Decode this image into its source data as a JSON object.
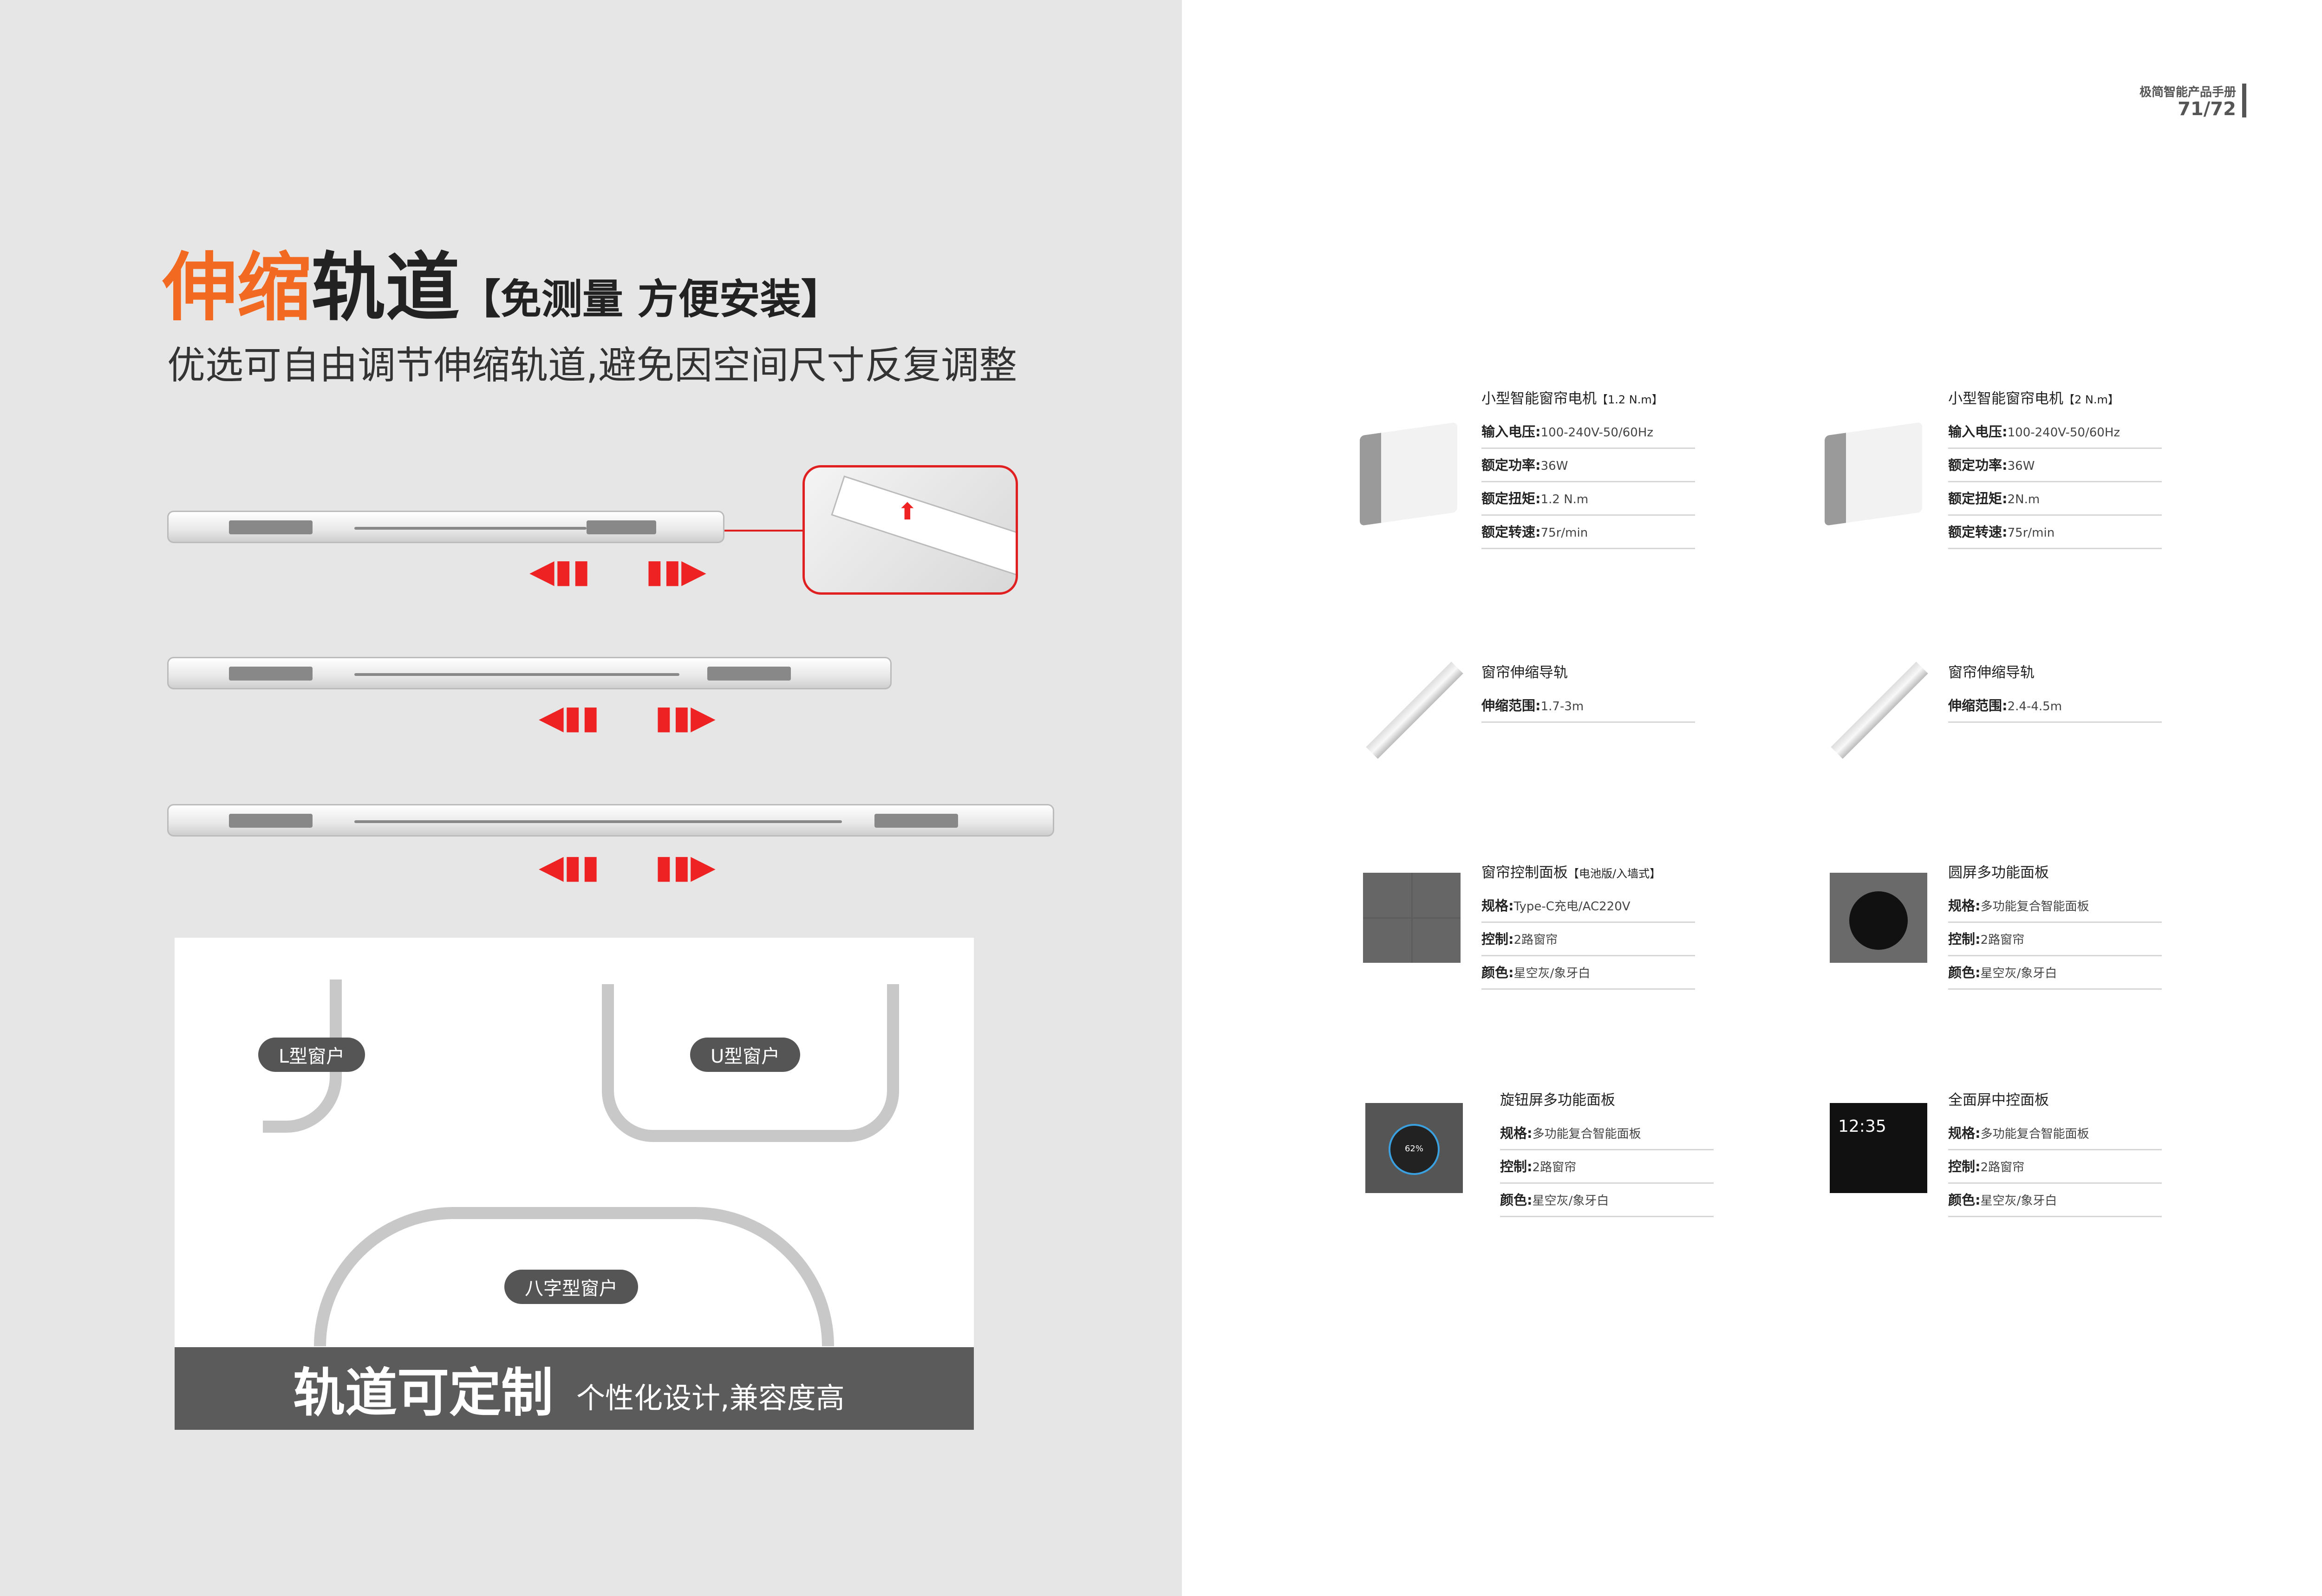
{
  "header": {
    "manual": "极简智能产品手册",
    "page": "71/72"
  },
  "left": {
    "title_orange": "伸缩",
    "title_dark": "轨道",
    "title_bracket": "【免测量 方便安装】",
    "subtitle": "优选可自由调节伸缩轨道,避免因空间尺寸反复调整",
    "shapes": {
      "l": "L型窗户",
      "u": "U型窗户",
      "ba": "八字型窗户"
    },
    "band_big": "轨道可定制",
    "band_small": "个性化设计,兼容度高",
    "accent": "#f26a21",
    "arrow_color": "#e02020"
  },
  "products": [
    {
      "title": "小型智能窗帘电机",
      "tag": "【1.2 N.m】",
      "specs": [
        {
          "k": "输入电压:",
          "v": "100-240V-50/60Hz"
        },
        {
          "k": "额定功率:",
          "v": "36W"
        },
        {
          "k": "额定扭矩:",
          "v": "1.2 N.m"
        },
        {
          "k": "额定转速:",
          "v": "75r/min"
        }
      ]
    },
    {
      "title": "小型智能窗帘电机",
      "tag": "【2 N.m】",
      "specs": [
        {
          "k": "输入电压:",
          "v": "100-240V-50/60Hz"
        },
        {
          "k": "额定功率:",
          "v": "36W"
        },
        {
          "k": "额定扭矩:",
          "v": "2N.m"
        },
        {
          "k": "额定转速:",
          "v": "75r/min"
        }
      ]
    },
    {
      "title": "窗帘伸缩导轨",
      "tag": "",
      "specs": [
        {
          "k": "伸缩范围:",
          "v": "1.7-3m"
        }
      ]
    },
    {
      "title": "窗帘伸缩导轨",
      "tag": "",
      "specs": [
        {
          "k": "伸缩范围:",
          "v": "2.4-4.5m"
        }
      ]
    },
    {
      "title": "窗帘控制面板",
      "tag": "【电池版/入墙式】",
      "specs": [
        {
          "k": "规格:",
          "v": "Type-C充电/AC220V"
        },
        {
          "k": "控制:",
          "v": "2路窗帘"
        },
        {
          "k": "颜色:",
          "v": "星空灰/象牙白"
        }
      ]
    },
    {
      "title": "圆屏多功能面板",
      "tag": "",
      "specs": [
        {
          "k": "规格:",
          "v": "多功能复合智能面板"
        },
        {
          "k": "控制:",
          "v": "2路窗帘"
        },
        {
          "k": "颜色:",
          "v": "星空灰/象牙白"
        }
      ]
    },
    {
      "title": "旋钮屏多功能面板",
      "tag": "",
      "specs": [
        {
          "k": "规格:",
          "v": "多功能复合智能面板"
        },
        {
          "k": "控制:",
          "v": "2路窗帘"
        },
        {
          "k": "颜色:",
          "v": "星空灰/象牙白"
        }
      ]
    },
    {
      "title": "全面屏中控面板",
      "tag": "",
      "specs": [
        {
          "k": "规格:",
          "v": "多功能复合智能面板"
        },
        {
          "k": "控制:",
          "v": "2路窗帘"
        },
        {
          "k": "颜色:",
          "v": "星空灰/象牙白"
        }
      ]
    }
  ],
  "screens": {
    "clock": "12:35",
    "knob": "62%"
  }
}
